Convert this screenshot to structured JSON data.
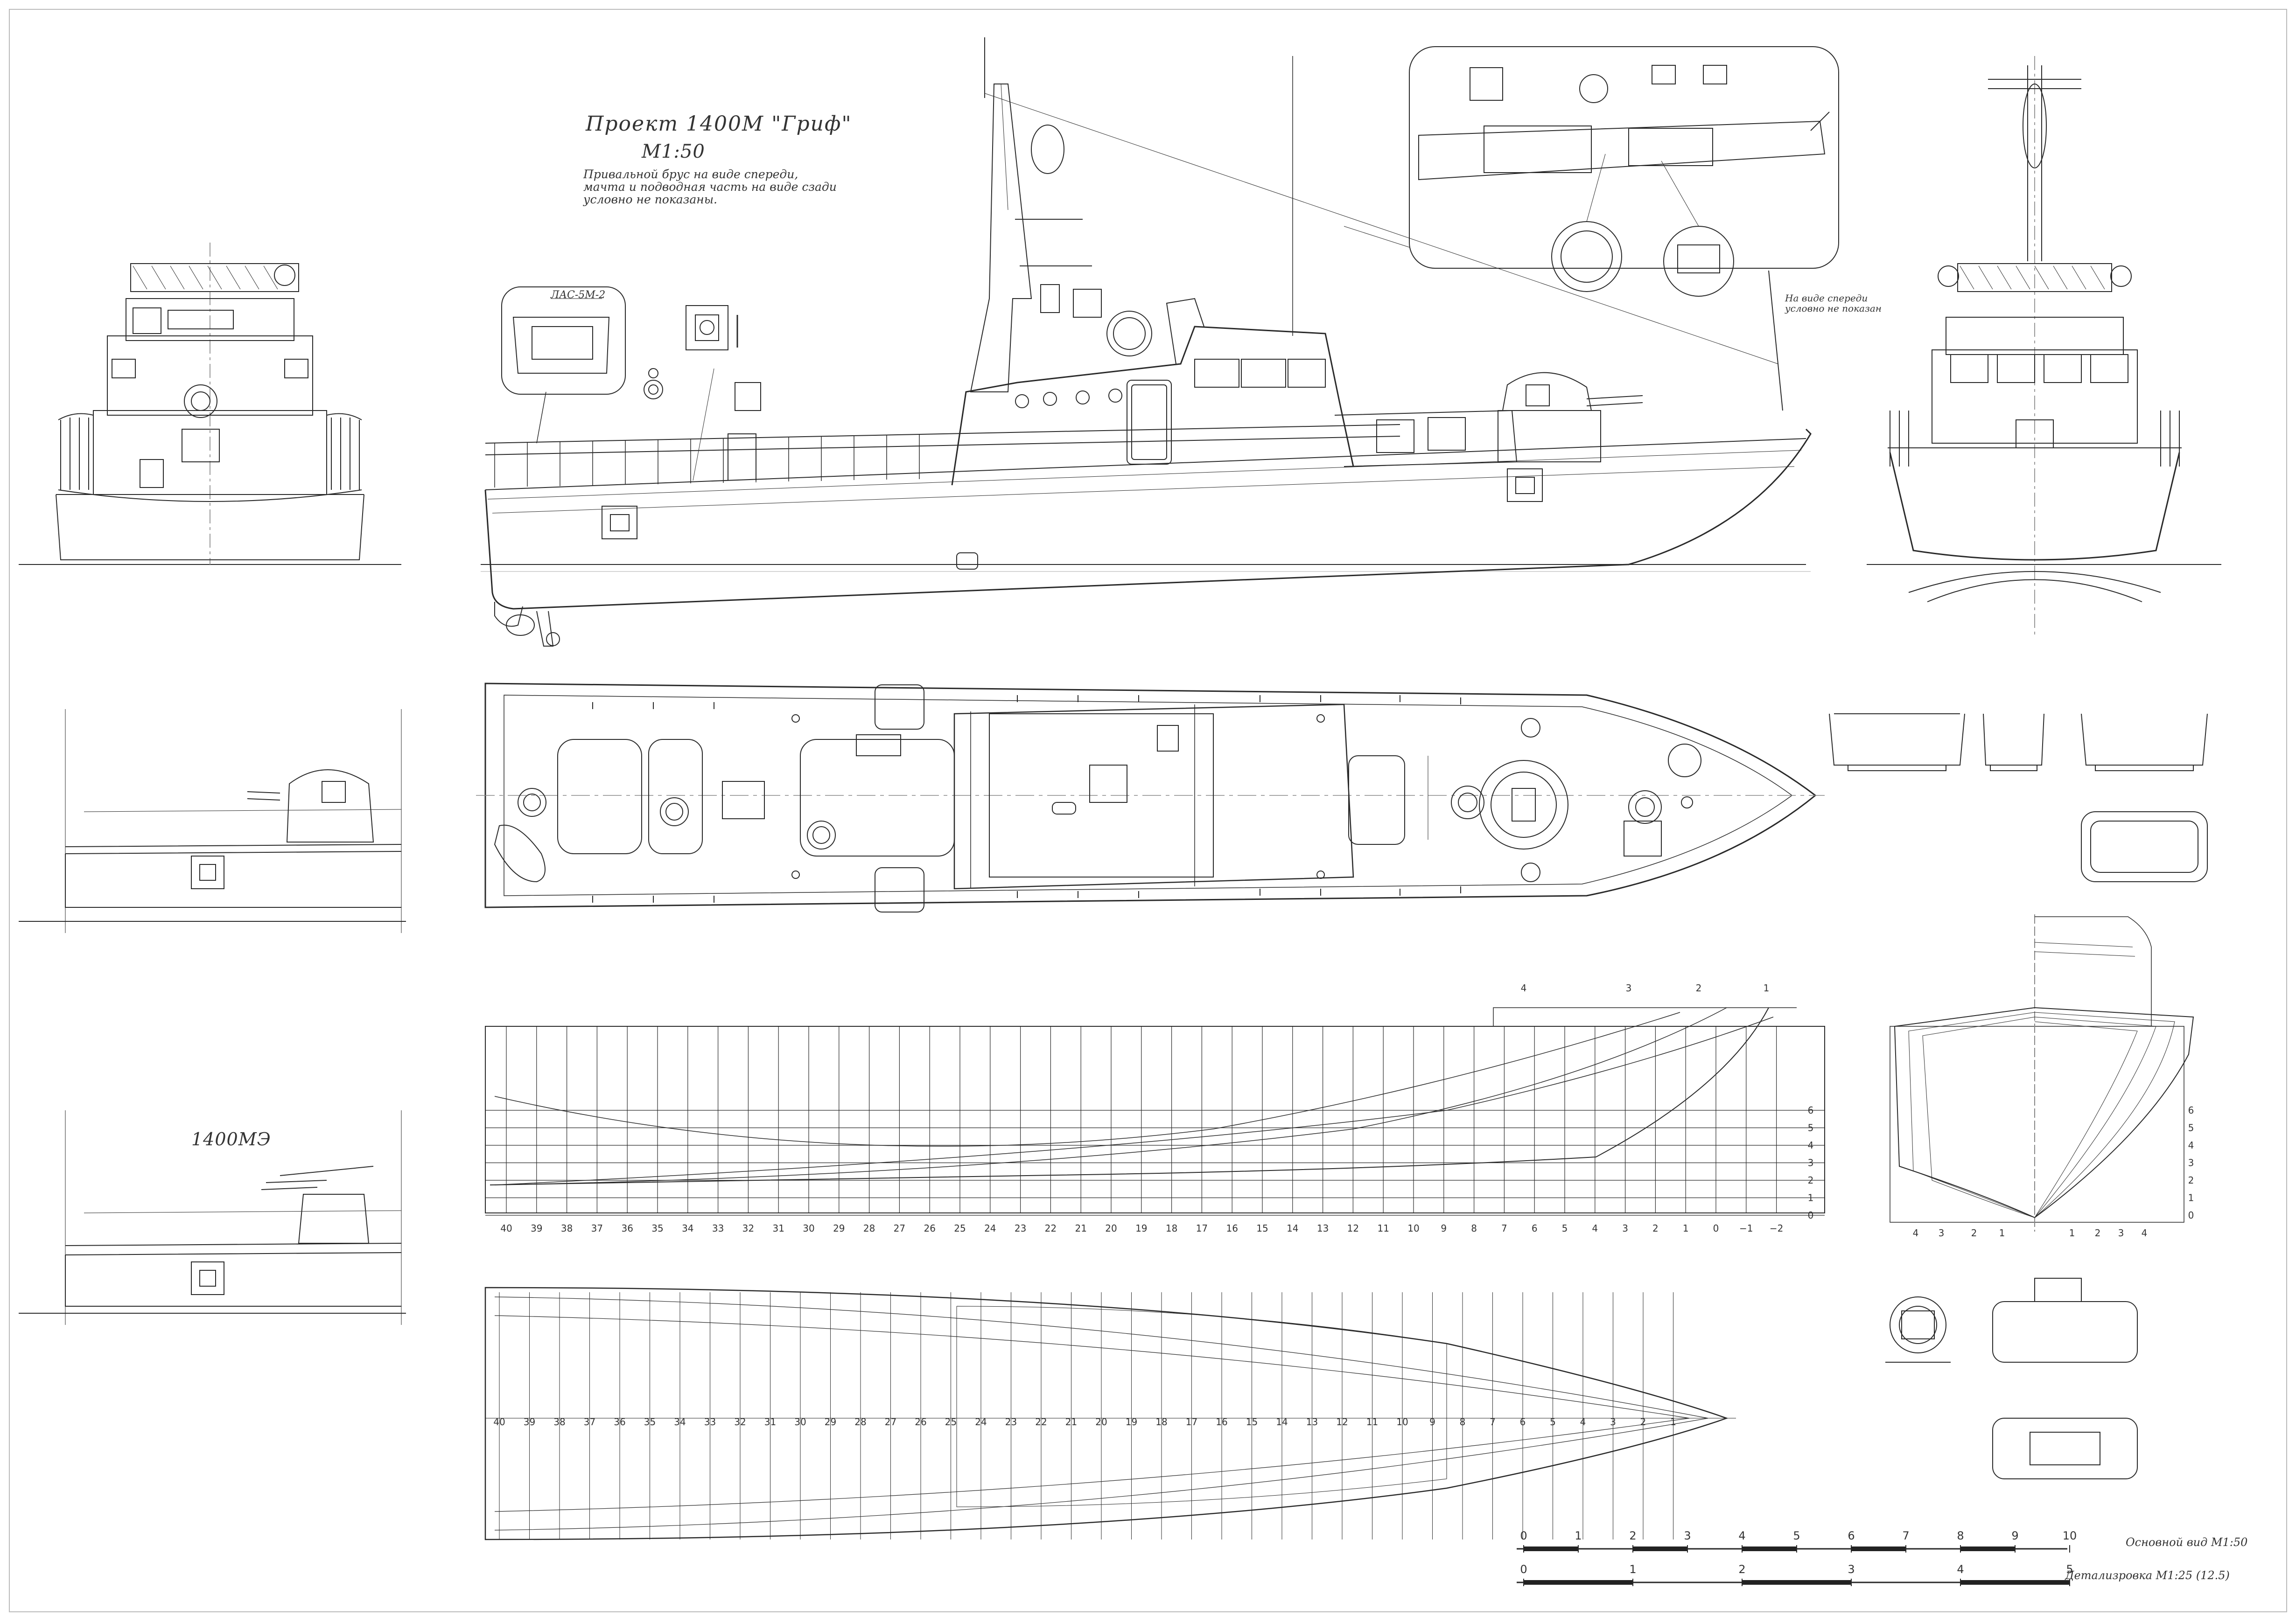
{
  "title": {
    "project": "Проект 1400М \"Гриф\"",
    "scale": "М1:50",
    "note": "Привальной брус на виде спереди,\nмачта и подводная часть на виде сзади\nусловно не показаны."
  },
  "labels": {
    "las": "ЛАС-5М-2",
    "front_note": "На виде спереди\nусловно не показан",
    "variant": "1400МЭ"
  },
  "frame_numbers": [
    "40",
    "39",
    "38",
    "37",
    "36",
    "35",
    "34",
    "33",
    "32",
    "31",
    "30",
    "29",
    "28",
    "27",
    "26",
    "25",
    "24",
    "23",
    "22",
    "21",
    "20",
    "19",
    "18",
    "17",
    "16",
    "15",
    "14",
    "13",
    "12",
    "11",
    "10",
    "9",
    "8",
    "7",
    "6",
    "5",
    "4",
    "3",
    "2",
    "1",
    "0",
    "−1",
    "−2"
  ],
  "plan_frame_numbers": [
    "40",
    "39",
    "38",
    "37",
    "36",
    "35",
    "34",
    "33",
    "32",
    "31",
    "30",
    "29",
    "28",
    "27",
    "26",
    "25",
    "24",
    "23",
    "22",
    "21",
    "20",
    "19",
    "18",
    "17",
    "16",
    "15",
    "14",
    "13",
    "12",
    "11",
    "10",
    "9",
    "8",
    "7",
    "6",
    "5",
    "4",
    "3",
    "2",
    "1"
  ],
  "waterlines": [
    "6",
    "5",
    "4",
    "3",
    "2",
    "1",
    "0"
  ],
  "buttocks": [
    "4",
    "3",
    "2",
    "1"
  ],
  "body_plan_labels": [
    "4",
    "3",
    "2",
    "1",
    "1",
    "2",
    "3",
    "4"
  ],
  "scalebars": {
    "main": {
      "ticks": [
        "0",
        "1",
        "2",
        "3",
        "4",
        "5",
        "6",
        "7",
        "8",
        "9",
        "10"
      ],
      "label": "Основной вид М1:50"
    },
    "detail": {
      "ticks": [
        "0",
        "1",
        "2",
        "3",
        "4",
        "5"
      ],
      "label": "Детализровка М1:25 (12.5)"
    }
  },
  "colors": {
    "line": "#2a2a2a",
    "paper": "#ffffff",
    "grid": "#555555"
  }
}
